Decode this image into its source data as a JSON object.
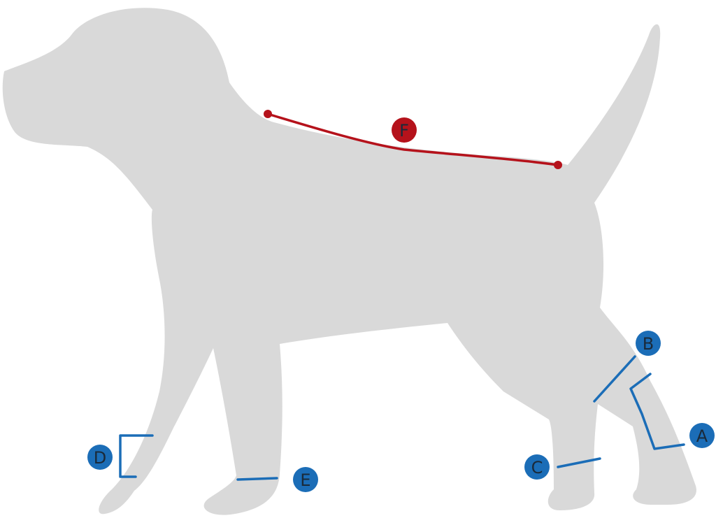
{
  "colors": {
    "silhouette": "#d9d9d9",
    "blue_marker": "#1b6db7",
    "red_marker": "#b5121b",
    "label_text": "#1a2a3a"
  },
  "measurement_markers": [
    {
      "id": "A",
      "label": "A",
      "color": "blue"
    },
    {
      "id": "B",
      "label": "B",
      "color": "blue"
    },
    {
      "id": "C",
      "label": "C",
      "color": "blue"
    },
    {
      "id": "D",
      "label": "D",
      "color": "blue"
    },
    {
      "id": "E",
      "label": "E",
      "color": "blue"
    },
    {
      "id": "F",
      "label": "F",
      "color": "red"
    }
  ]
}
